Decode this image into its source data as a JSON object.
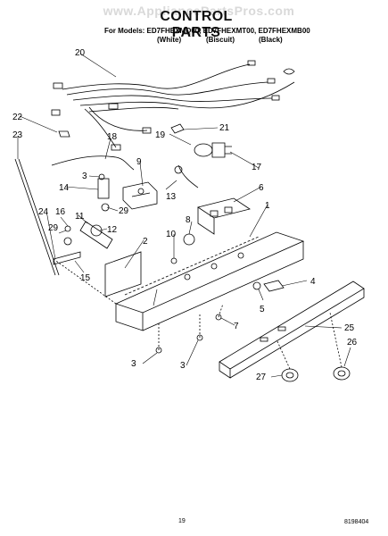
{
  "watermark": "www.AppliancePartsPros.com",
  "title": "CONTROL PARTS",
  "models_line": "For Models: ED7FHEXMQ00, ED7FHEXMT00, ED7FHEXMB00",
  "variants": [
    "(White)",
    "(Biscuit)",
    "(Black)"
  ],
  "callouts": [
    "1",
    "2",
    "3",
    "3",
    "3",
    "4",
    "5",
    "6",
    "7",
    "8",
    "9",
    "10",
    "11",
    "12",
    "13",
    "14",
    "15",
    "16",
    "17",
    "18",
    "19",
    "20",
    "21",
    "22",
    "23",
    "24",
    "25",
    "26",
    "27",
    "29",
    "29"
  ],
  "footer": {
    "page": "19",
    "doc_number": "8198404"
  }
}
